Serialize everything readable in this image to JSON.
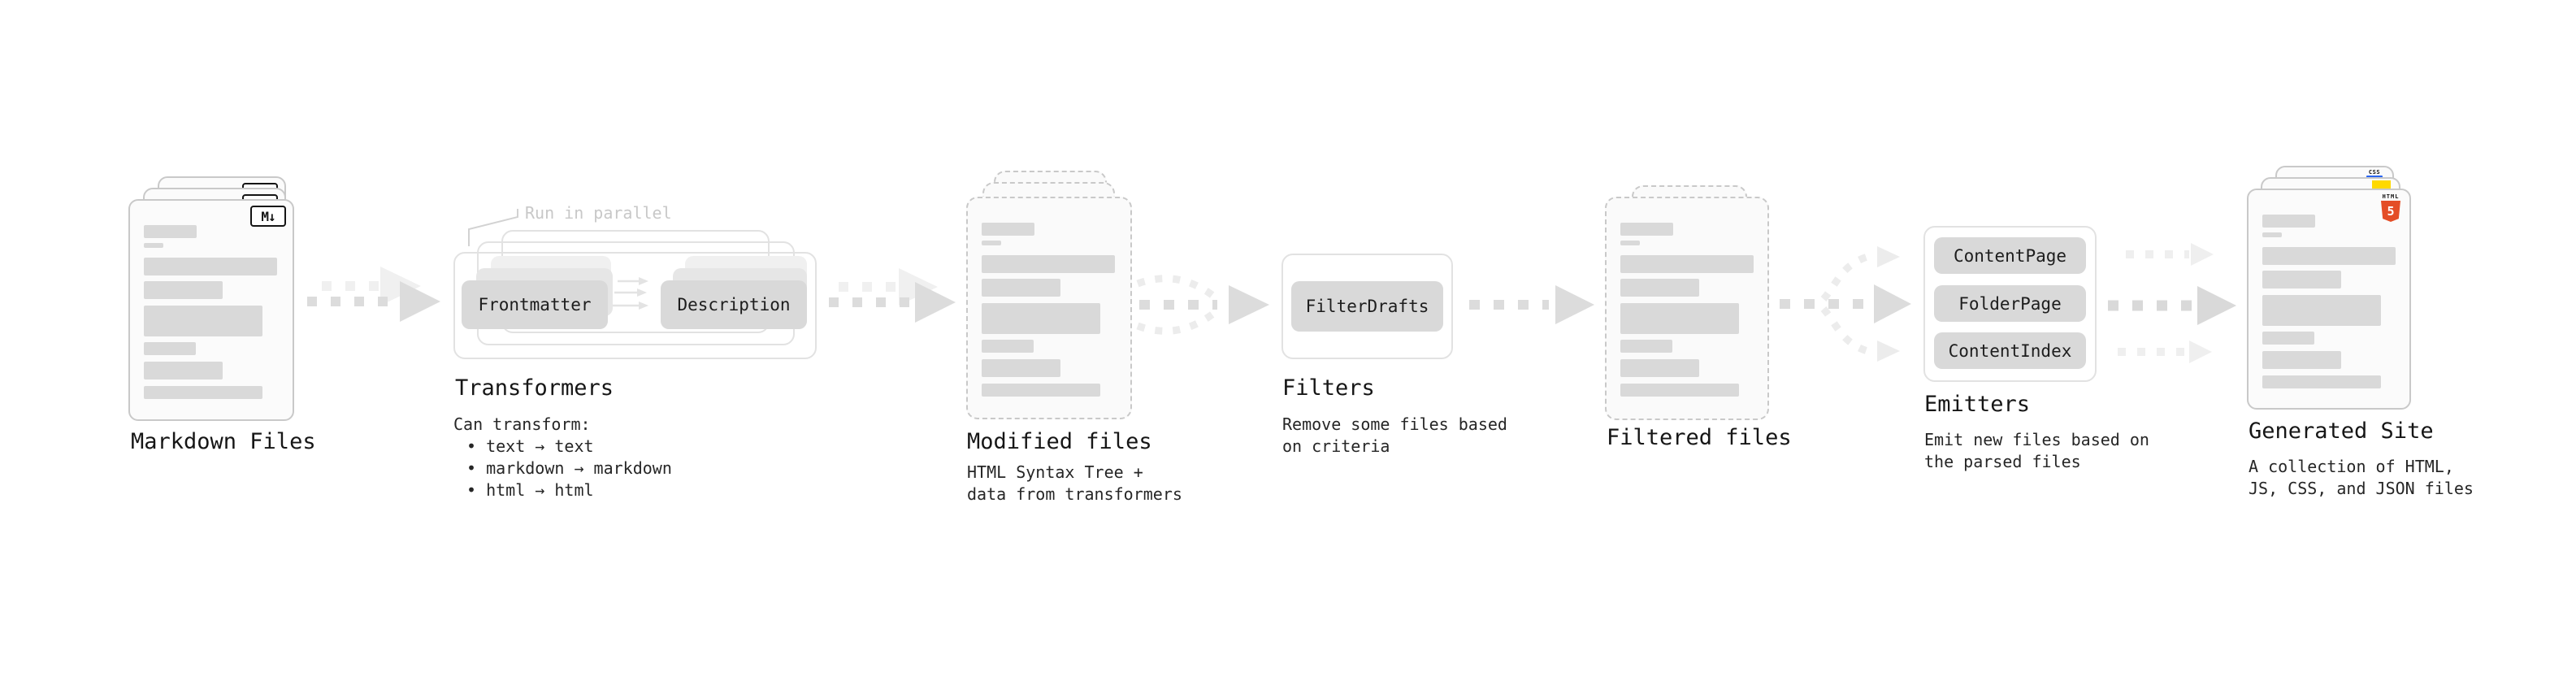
{
  "diagram": {
    "stages": [
      {
        "label": "Markdown Files"
      },
      {
        "label": "Transformers",
        "annotation": "Run in parallel",
        "boxes": [
          "Frontmatter",
          "Description"
        ],
        "description_lines": [
          "Can transform:",
          "• text → text",
          "• markdown → markdown",
          "• html → html"
        ]
      },
      {
        "label": "Modified files",
        "description_lines": [
          "HTML Syntax Tree +",
          "data from transformers"
        ]
      },
      {
        "label": "Filters",
        "boxes": [
          "FilterDrafts"
        ],
        "description_lines": [
          "Remove some files based",
          "on criteria"
        ]
      },
      {
        "label": "Filtered files"
      },
      {
        "label": "Emitters",
        "boxes": [
          "ContentPage",
          "FolderPage",
          "ContentIndex"
        ],
        "description_lines": [
          "Emit new files based on",
          "the parsed files"
        ]
      },
      {
        "label": "Generated Site",
        "description_lines": [
          "A collection of HTML,",
          "JS, CSS, and JSON files"
        ]
      }
    ],
    "badges": {
      "markdown": "M↓",
      "html": "HTML",
      "html_number": "5",
      "css": "CSS"
    },
    "colors": {
      "html5_orange": "#e44d26",
      "js_yellow": "#ffd900",
      "css_blue": "#2965f1",
      "card_border": "#c9c9c9",
      "box_fill": "#d9d9d9",
      "arrow": "#dcdcdc",
      "arrow_faint": "#efefef",
      "text": "#161616",
      "annotation": "#c8c8c8"
    }
  }
}
